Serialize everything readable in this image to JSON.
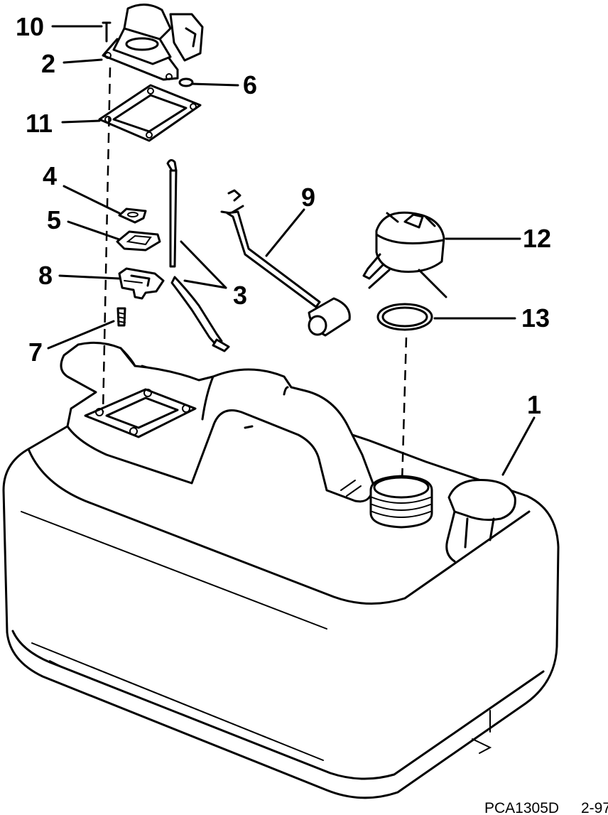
{
  "diagram": {
    "callouts": [
      {
        "id": "1",
        "label": "1"
      },
      {
        "id": "2",
        "label": "2"
      },
      {
        "id": "3",
        "label": "3"
      },
      {
        "id": "4",
        "label": "4"
      },
      {
        "id": "5",
        "label": "5"
      },
      {
        "id": "6",
        "label": "6"
      },
      {
        "id": "7",
        "label": "7"
      },
      {
        "id": "8",
        "label": "8"
      },
      {
        "id": "9",
        "label": "9"
      },
      {
        "id": "10",
        "label": "10"
      },
      {
        "id": "11",
        "label": "11"
      },
      {
        "id": "12",
        "label": "12"
      },
      {
        "id": "13",
        "label": "13"
      }
    ],
    "footer": {
      "code": "PCA1305D",
      "date": "2-97"
    }
  }
}
